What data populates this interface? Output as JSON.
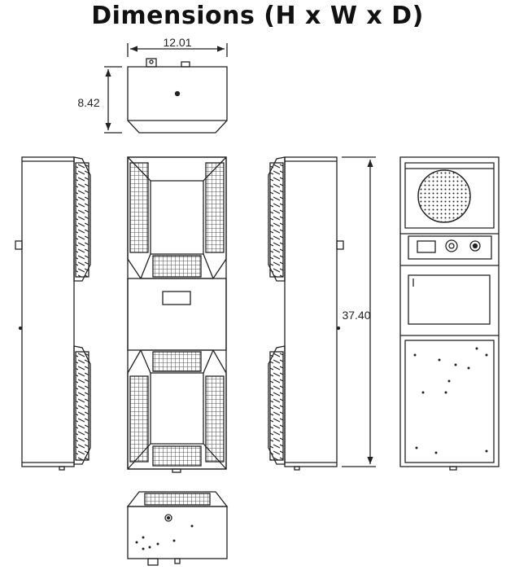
{
  "title": "Dimensions (H x W x D)",
  "dimensions": {
    "width": "12.01",
    "depth": "8.42",
    "height": "37.40"
  },
  "views": [
    {
      "name": "top-view"
    },
    {
      "name": "left-side-view"
    },
    {
      "name": "front-view"
    },
    {
      "name": "right-side-view"
    },
    {
      "name": "rear-view"
    },
    {
      "name": "bottom-view"
    }
  ]
}
